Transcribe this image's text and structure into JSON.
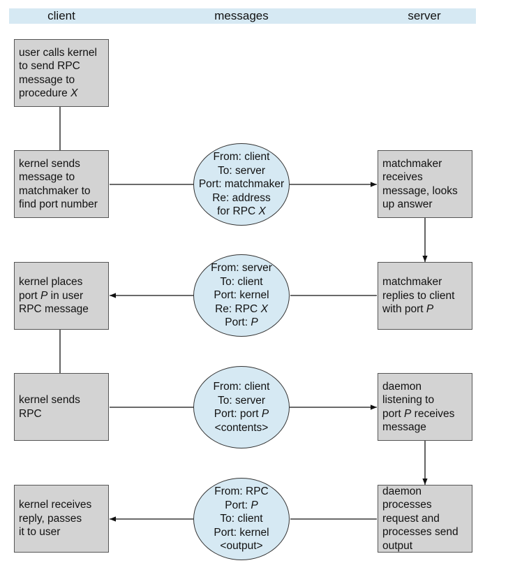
{
  "header": {
    "client": "client",
    "messages": "messages",
    "server": "server"
  },
  "client_steps": [
    {
      "lines": [
        [
          "user calls kernel"
        ],
        [
          "to send RPC"
        ],
        [
          "message to"
        ],
        [
          "procedure ",
          "X"
        ]
      ]
    },
    {
      "lines": [
        [
          "kernel sends"
        ],
        [
          "message to"
        ],
        [
          "matchmaker to"
        ],
        [
          "find port number"
        ]
      ]
    },
    {
      "lines": [
        [
          "kernel places"
        ],
        [
          "port ",
          "P",
          " in user"
        ],
        [
          "RPC message"
        ]
      ]
    },
    {
      "lines": [
        [
          "kernel sends"
        ],
        [
          "RPC"
        ]
      ]
    },
    {
      "lines": [
        [
          "kernel receives"
        ],
        [
          "reply, passes"
        ],
        [
          "it to user"
        ]
      ]
    }
  ],
  "messages": [
    {
      "lines": [
        [
          "From: client"
        ],
        [
          "To: server"
        ],
        [
          "Port: matchmaker"
        ],
        [
          "Re: address"
        ],
        [
          "for RPC ",
          "X"
        ]
      ]
    },
    {
      "lines": [
        [
          "From: server"
        ],
        [
          "To: client"
        ],
        [
          "Port: kernel"
        ],
        [
          "Re: RPC ",
          "X"
        ],
        [
          "Port: ",
          "P"
        ]
      ]
    },
    {
      "lines": [
        [
          "From: client"
        ],
        [
          "To: server"
        ],
        [
          "Port: port ",
          "P"
        ],
        [
          "<contents>"
        ]
      ]
    },
    {
      "lines": [
        [
          "From: RPC"
        ],
        [
          "Port: ",
          "P"
        ],
        [
          "To: client"
        ],
        [
          "Port: kernel"
        ],
        [
          "<output>"
        ]
      ]
    }
  ],
  "server_steps": [
    {
      "lines": [
        [
          "matchmaker"
        ],
        [
          "receives"
        ],
        [
          "message, looks"
        ],
        [
          "up answer"
        ]
      ]
    },
    {
      "lines": [
        [
          "matchmaker"
        ],
        [
          "replies to client"
        ],
        [
          "with port ",
          "P"
        ]
      ]
    },
    {
      "lines": [
        [
          "daemon"
        ],
        [
          "listening to"
        ],
        [
          "port ",
          "P",
          " receives"
        ],
        [
          "message"
        ]
      ]
    },
    {
      "lines": [
        [
          "daemon"
        ],
        [
          "processes"
        ],
        [
          "request and"
        ],
        [
          "processes send"
        ],
        [
          "output"
        ]
      ]
    }
  ]
}
